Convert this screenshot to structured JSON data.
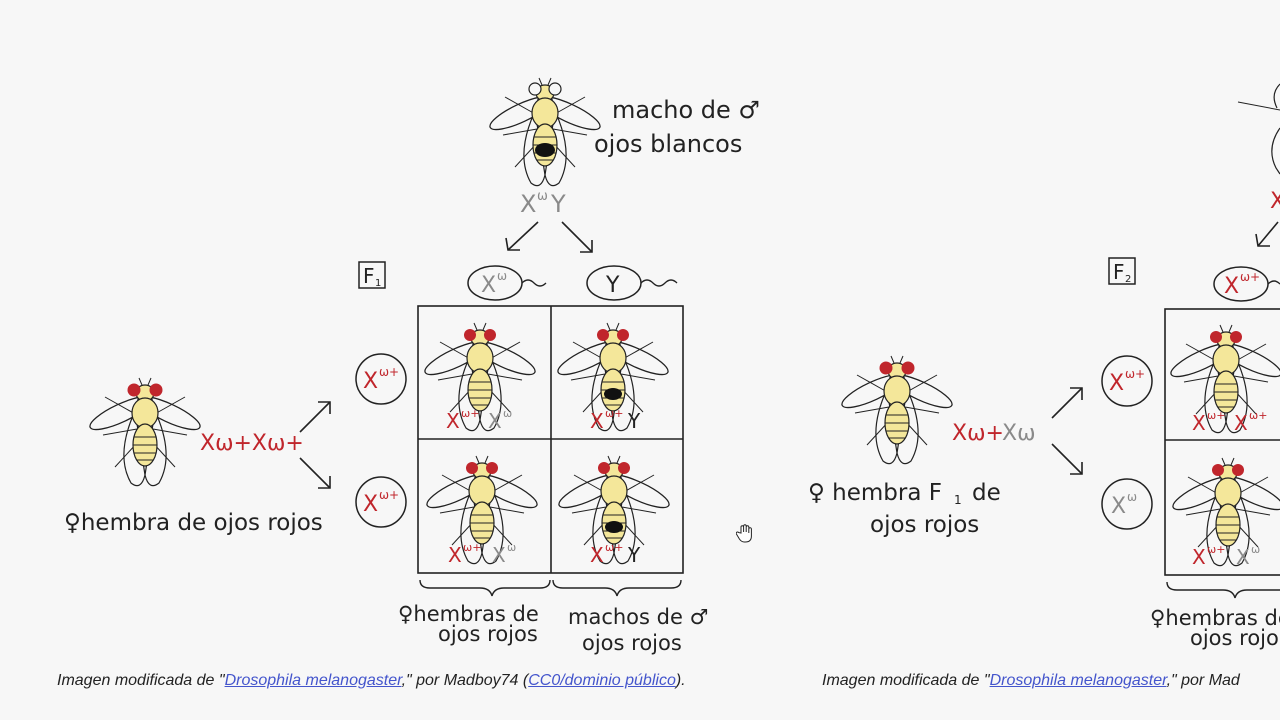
{
  "colors": {
    "red_allele": "#c0262c",
    "gray_allele": "#8a8a8a",
    "link": "#4455cc"
  },
  "left": {
    "male_label_line1": "macho de ♂",
    "male_label_line2": "ojos blancos",
    "male_genotype": {
      "x": "X",
      "x_sup": "ω",
      "y": "Y"
    },
    "generation_label": "F",
    "generation_sub": "1",
    "male_gametes": [
      {
        "base": "X",
        "sup": "ω"
      },
      {
        "base": "Y",
        "sup": ""
      }
    ],
    "female_gametes": [
      {
        "base": "X",
        "sup": "ω+"
      },
      {
        "base": "X",
        "sup": "ω+"
      }
    ],
    "female_genotype": "Xω+Xω+",
    "female_label": "♀hembra de ojos rojos",
    "cells": [
      {
        "a": "X",
        "a_sup": "ω+",
        "b": "X",
        "b_sup": "ω"
      },
      {
        "a": "X",
        "a_sup": "ω+",
        "b": "Y",
        "b_sup": ""
      },
      {
        "a": "X",
        "a_sup": "ω+",
        "b": "X",
        "b_sup": "ω"
      },
      {
        "a": "X",
        "a_sup": "ω+",
        "b": "Y",
        "b_sup": ""
      }
    ],
    "bottom_females_line1": "♀hembras de",
    "bottom_females_line2": "ojos rojos",
    "bottom_males_line1": "machos de ♂",
    "bottom_males_line2": "ojos rojos"
  },
  "right": {
    "generation_label": "F",
    "generation_sub": "2",
    "top_gamete": {
      "base": "X",
      "sup": "ω+"
    },
    "female_gametes": [
      {
        "base": "X",
        "sup": "ω+"
      },
      {
        "base": "X",
        "sup": "ω"
      }
    ],
    "female_genotype_a": "Xω+",
    "female_genotype_b": "Xω",
    "female_label_line1": "♀ hembra F",
    "female_label_sub": "1",
    "female_label_de": "de",
    "female_label_line2": "ojos rojos",
    "cells": [
      {
        "a": "X",
        "a_sup": "ω+",
        "b": "X",
        "b_sup": "ω+"
      },
      {
        "a": "X",
        "a_sup": "ω+",
        "b": "X",
        "b_sup": "ω"
      }
    ],
    "bottom_females_line1": "♀hembras de",
    "bottom_females_line2": "ojos rojos"
  },
  "caption_left": {
    "prefix": "Imagen modificada de \"",
    "link": "Drosophila melanogaster",
    "middle": ",\" por Madboy74 (",
    "license": "CC0/dominio público",
    "suffix": ")."
  },
  "caption_right": {
    "prefix": "Imagen modificada de \"",
    "link": "Drosophila melanogaster",
    "middle": ",\" por Mad"
  }
}
